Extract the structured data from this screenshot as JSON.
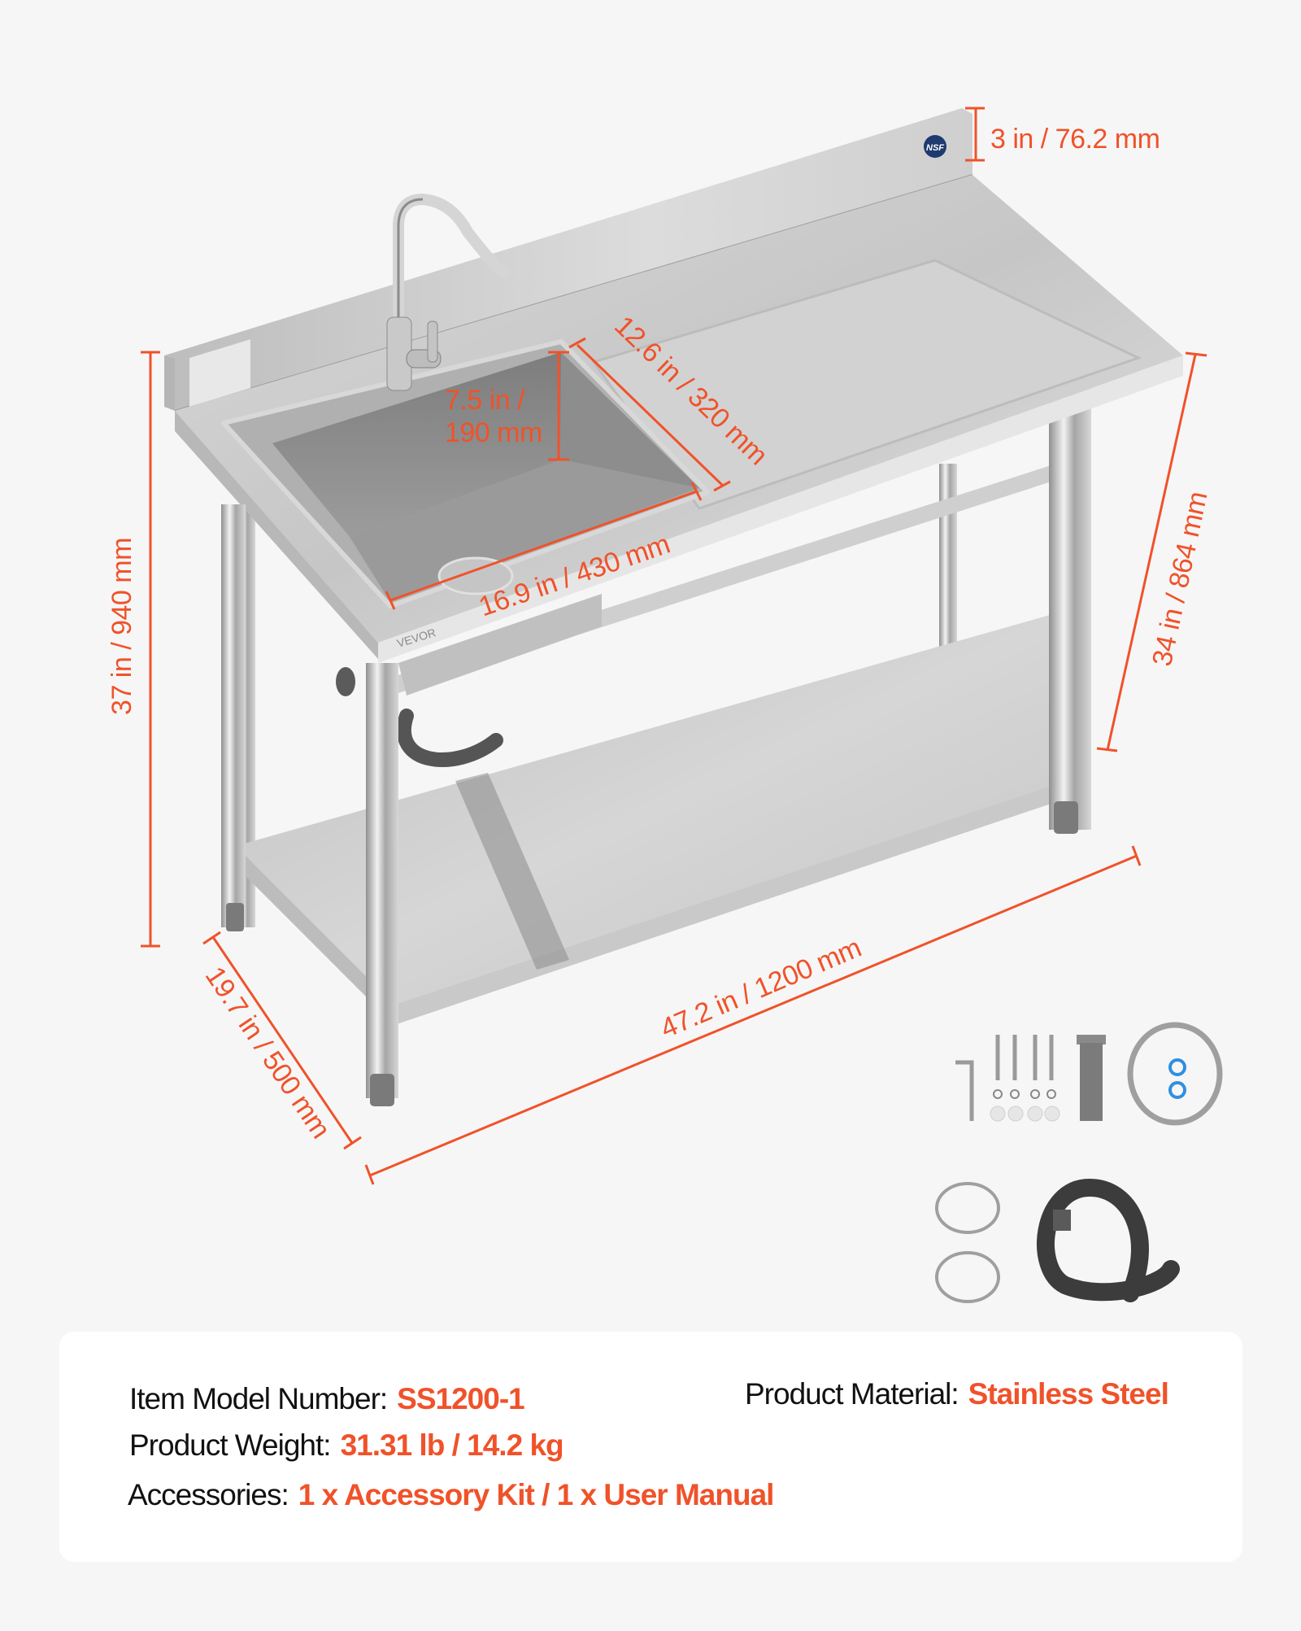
{
  "colors": {
    "accent": "#f0522a",
    "background": "#f6f6f6",
    "card": "#ffffff",
    "text": "#111111",
    "nsf_badge": "#1e3a6e"
  },
  "product": {
    "brand_label": "VEVOR",
    "certification_badge": "NSF",
    "image_description": "Stainless steel single-bowl utility sink with drainboard, faucet, backsplash and undershelf"
  },
  "dimensions": {
    "backsplash_height": "3 in / 76.2 mm",
    "overall_height": "37 in / 940 mm",
    "counter_height": "34 in / 864 mm",
    "depth": "19.7 in / 500 mm",
    "width": "47.2 in / 1200 mm",
    "bowl_width": "16.9 in / 430 mm",
    "bowl_length": "12.6 in / 320 mm",
    "bowl_depth_line1": "7.5 in /",
    "bowl_depth_line2": "190 mm"
  },
  "accessories_image": {
    "items": [
      "hex-key",
      "mounting-bolts",
      "washers",
      "drain-pipe",
      "braided-supply-hose",
      "inlet-hoses",
      "corrugated-drain-hose"
    ]
  },
  "specs": {
    "model_label": "Item Model Number:",
    "model_value": "SS1200-1",
    "material_label": "Product Material:",
    "material_value": "Stainless Steel",
    "weight_label": "Product Weight:",
    "weight_value": "31.31 lb / 14.2 kg",
    "accessories_label": "Accessories:",
    "accessories_value": "1 x Accessory Kit / 1 x User Manual"
  }
}
